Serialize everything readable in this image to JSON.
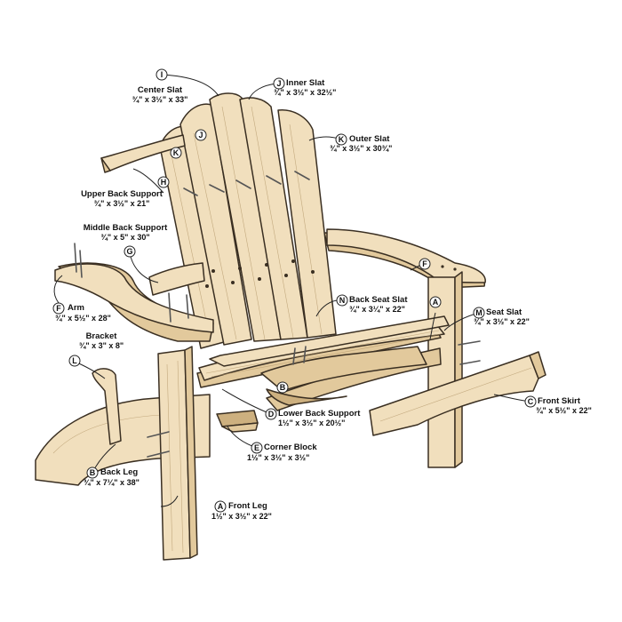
{
  "parts": {
    "A": {
      "letter": "A",
      "name": "Front Leg",
      "dims": "1½\" x 3½\" x 22\""
    },
    "B": {
      "letter": "B",
      "name": "Back Leg",
      "dims": "¾\" x 7¼\" x 38\""
    },
    "C": {
      "letter": "C",
      "name": "Front Skirt",
      "dims": "¾\" x 5½\" x 22\""
    },
    "D": {
      "letter": "D",
      "name": "Lower Back Support",
      "dims": "1½\" x 3½\" x 20½\""
    },
    "E": {
      "letter": "E",
      "name": "Corner Block",
      "dims": "1½\" x 3½\" x 3½\""
    },
    "F": {
      "letter": "F",
      "name": "Arm",
      "dims": "¾\" x 5½\" x 28\""
    },
    "G": {
      "letter": "G",
      "name": "Middle Back Support",
      "dims": "¾\" x 5\" x 30\""
    },
    "H": {
      "letter": "H",
      "name": "Upper Back Support",
      "dims": "¾\" x 3½\" x 21\""
    },
    "I": {
      "letter": "I",
      "name": "Center Slat",
      "dims": "¾\" x 3½\" x 33\""
    },
    "J": {
      "letter": "J",
      "name": "Inner Slat",
      "dims": "¾\" x 3½\" x 32½\""
    },
    "K": {
      "letter": "K",
      "name": "Outer Slat",
      "dims": "¾\" x 3½\" x 30¾\""
    },
    "L": {
      "letter": "L",
      "name": "Bracket",
      "dims": "¾\" x 3\" x 8\""
    },
    "M": {
      "letter": "M",
      "name": "Seat Slat",
      "dims": "¾\" x 3½\" x 22\""
    },
    "N": {
      "letter": "N",
      "name": "Back Seat Slat",
      "dims": "¾\" x 3¼\" x 22\""
    }
  },
  "colors": {
    "wood": "#f1dfbd",
    "wood_shade": "#e2c99c",
    "outline": "#3a2f22"
  }
}
